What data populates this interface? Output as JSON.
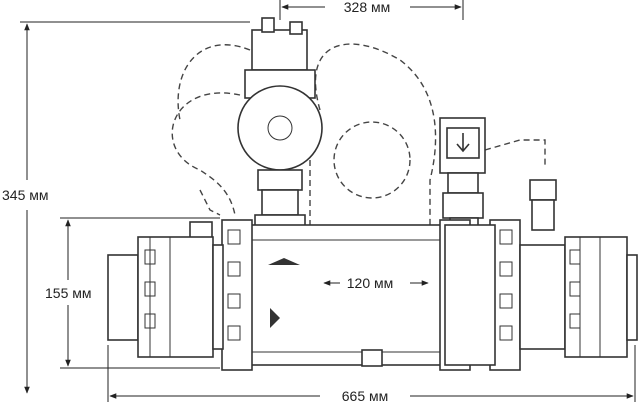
{
  "dimensions": {
    "top_width": "328 мм",
    "total_height": "345 мм",
    "body_height": "155 мм",
    "port_spacing": "120 мм",
    "total_length": "665 мм"
  },
  "colors": {
    "line": "#333333",
    "background": "#ffffff"
  }
}
